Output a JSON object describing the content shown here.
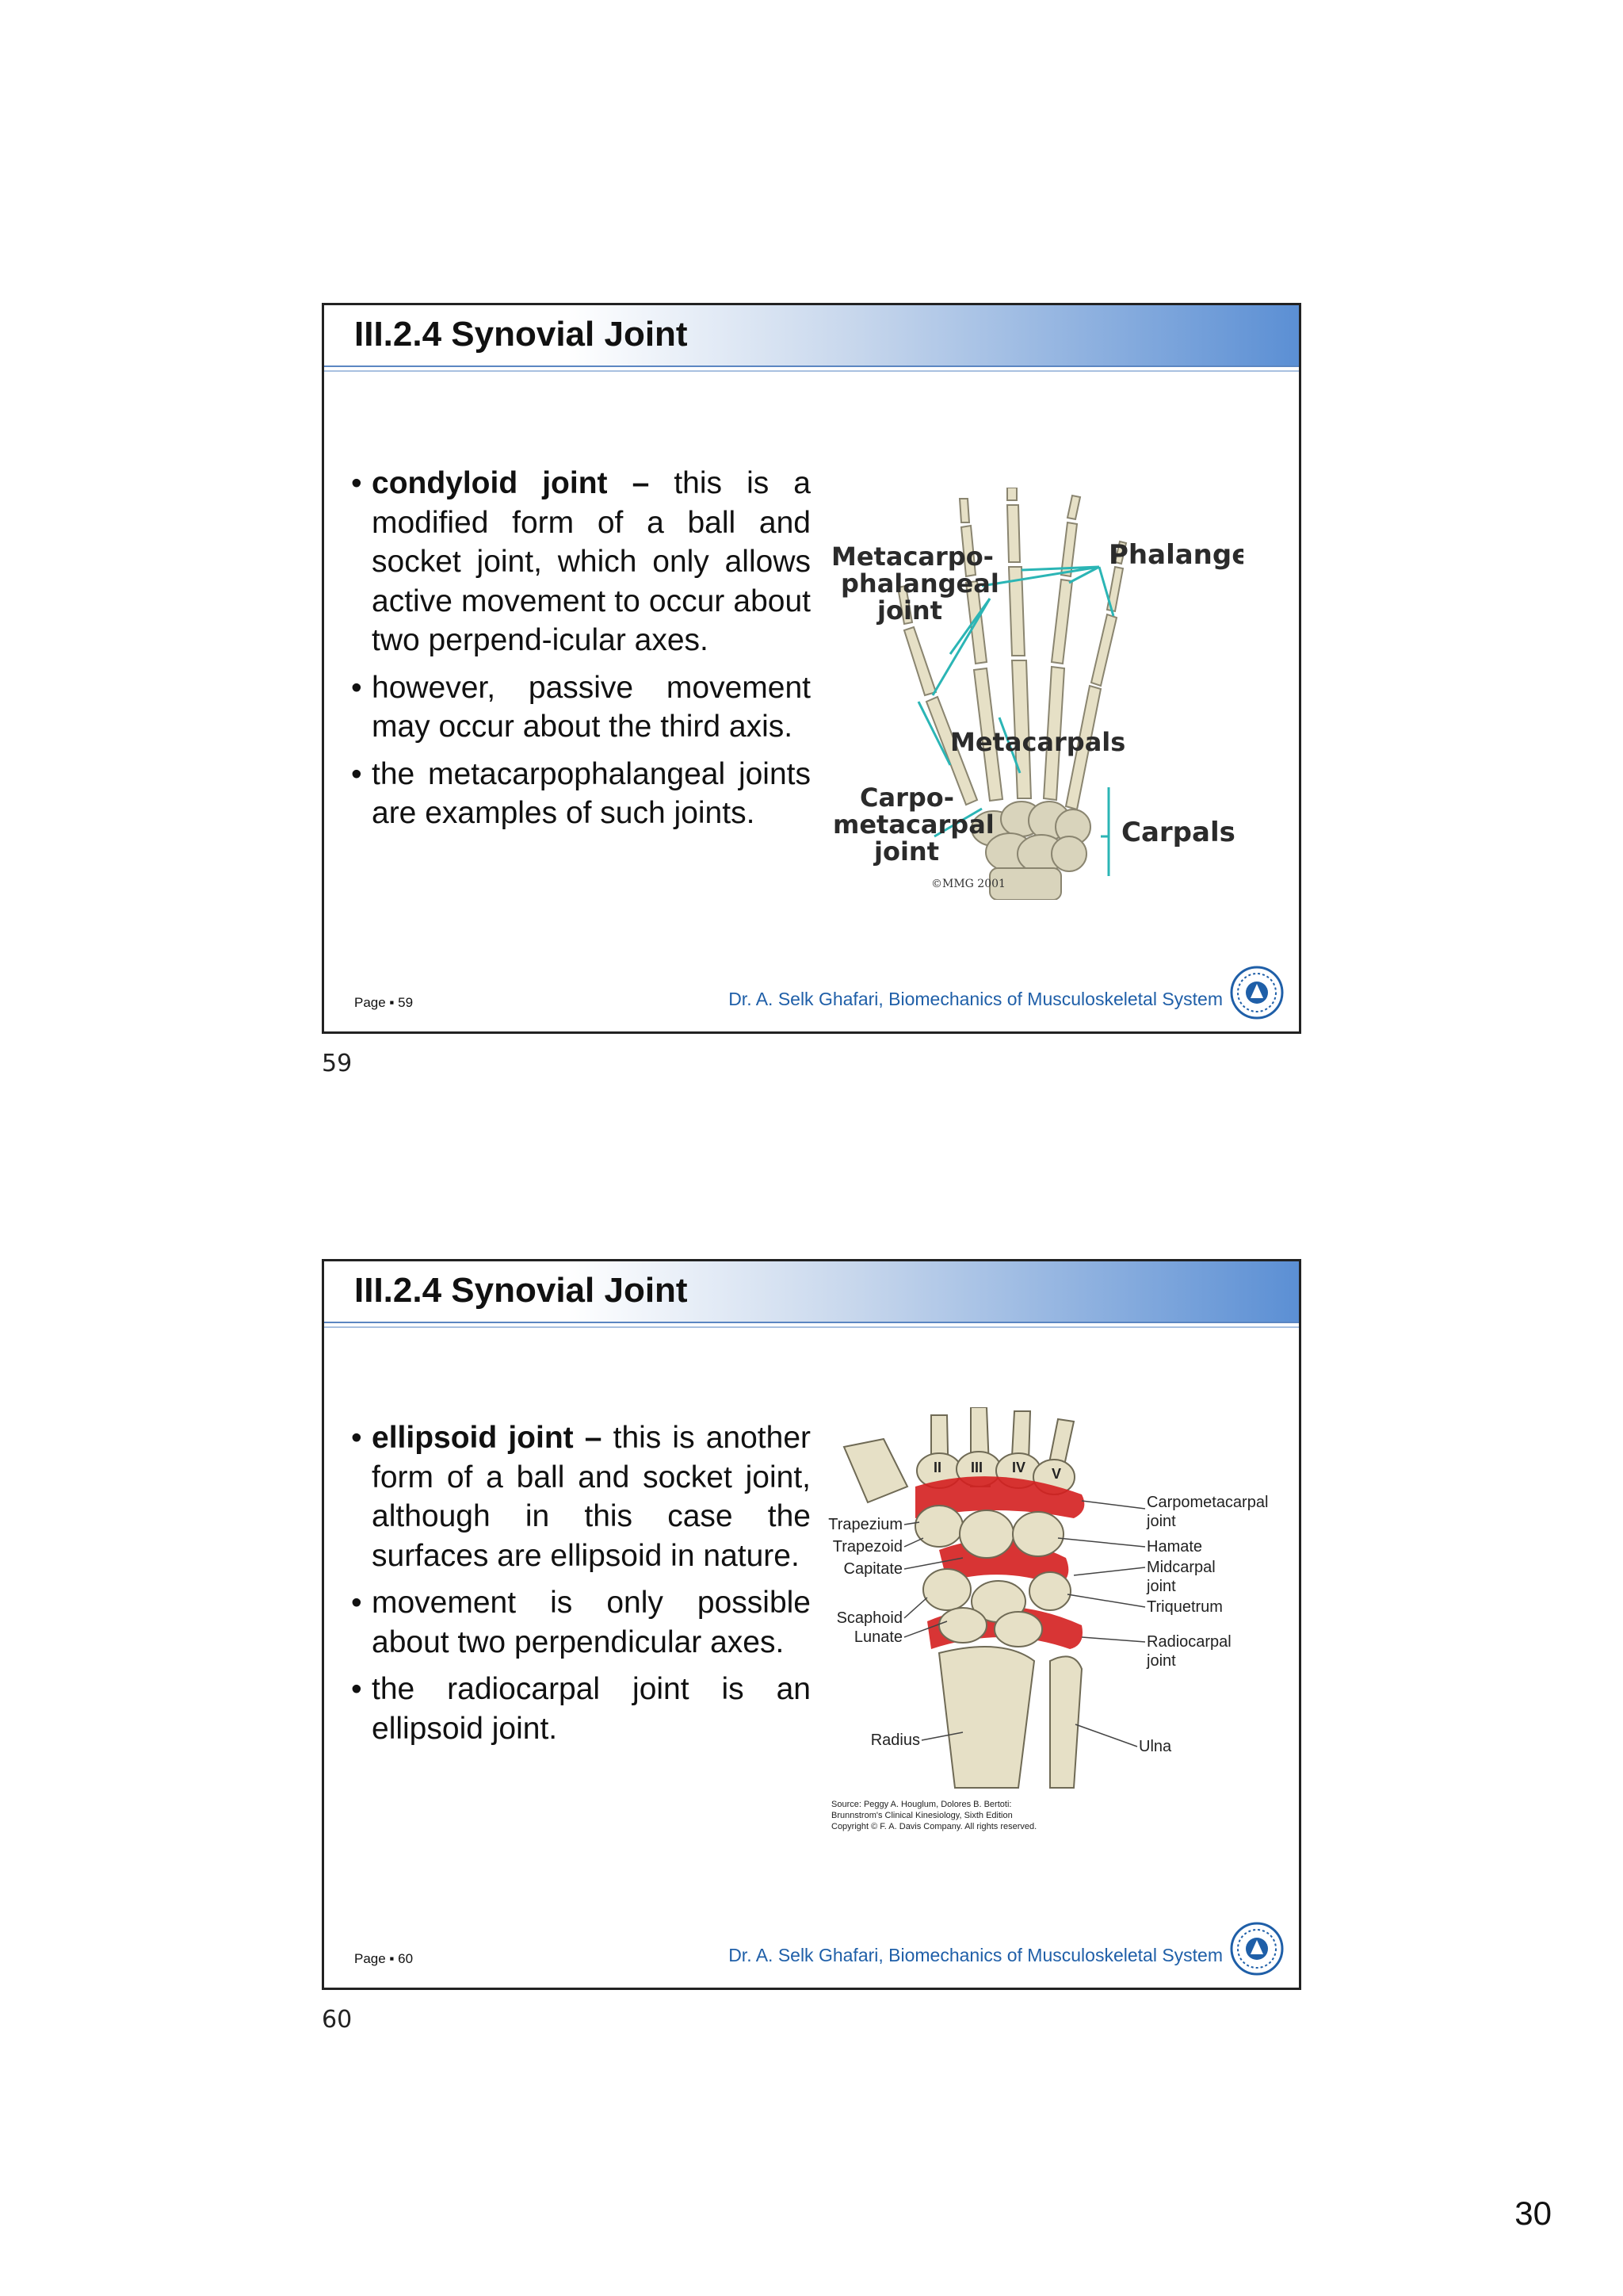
{
  "slides": [
    {
      "title": "III.2.4 Synovial Joint",
      "bullets": [
        {
          "bold": "condyloid joint –",
          "text": " this is a modified form of a ball and socket joint, which only allows active movement to occur about two perpend-icular axes."
        },
        {
          "bold": "",
          "text": "however, passive movement may occur about the third axis."
        },
        {
          "bold": "",
          "text": "the metacarpophalangeal joints are examples of such joints."
        }
      ],
      "figure_labels": {
        "phalanges": "Phalanges",
        "mcp1": "Metacarpo-",
        "mcp2": "phalangeal",
        "mcp3": "joint",
        "metacarpals": "Metacarpals",
        "cmc1": "Carpo-",
        "cmc2": "metacarpal",
        "cmc3": "joint",
        "carpals": "Carpals",
        "copyright": "©MMG 2001"
      },
      "page_label": "Page ▪ 59",
      "credit": "Dr. A. Selk Ghafari, Biomechanics of Musculoskeletal System",
      "number_below": "59"
    },
    {
      "title": "III.2.4 Synovial Joint",
      "bullets": [
        {
          "bold": "ellipsoid joint –",
          "text": " this is another form of a ball and socket joint, although in this case the surfaces are ellipsoid in nature."
        },
        {
          "bold": "",
          "text": "movement is only possible about two perpendicular axes."
        },
        {
          "bold": "",
          "text": "the radiocarpal joint is an ellipsoid joint."
        }
      ],
      "figure_labels": {
        "roman": [
          "II",
          "III",
          "IV",
          "V"
        ],
        "left": [
          "Trapezium",
          "Trapezoid",
          "Capitate",
          "Scaphoid",
          "Lunate",
          "Radius"
        ],
        "right": [
          "Carpometacarpal",
          "joint",
          "Hamate",
          "Midcarpal",
          "joint",
          "Triquetrum",
          "Radiocarpal",
          "joint",
          "Ulna"
        ],
        "source1": "Source: Peggy A. Houglum, Dolores B. Bertoti:",
        "source2": "Brunnstrom's Clinical Kinesiology, Sixth Edition",
        "source3": "Copyright © F. A. Davis Company. All rights reserved."
      },
      "page_label": "Page ▪ 60",
      "credit": "Dr. A. Selk Ghafari, Biomechanics of Musculoskeletal System",
      "number_below": "60"
    }
  ],
  "sheet_number": "30",
  "colors": {
    "title_gradient_end": "#5b8fd4",
    "credit_text": "#1f5fa8",
    "joint_highlight": "#d41f1f",
    "bone": "#e6e0c6",
    "leader_line": "#2bb5b5"
  },
  "icons": [
    "university-logo-icon"
  ]
}
